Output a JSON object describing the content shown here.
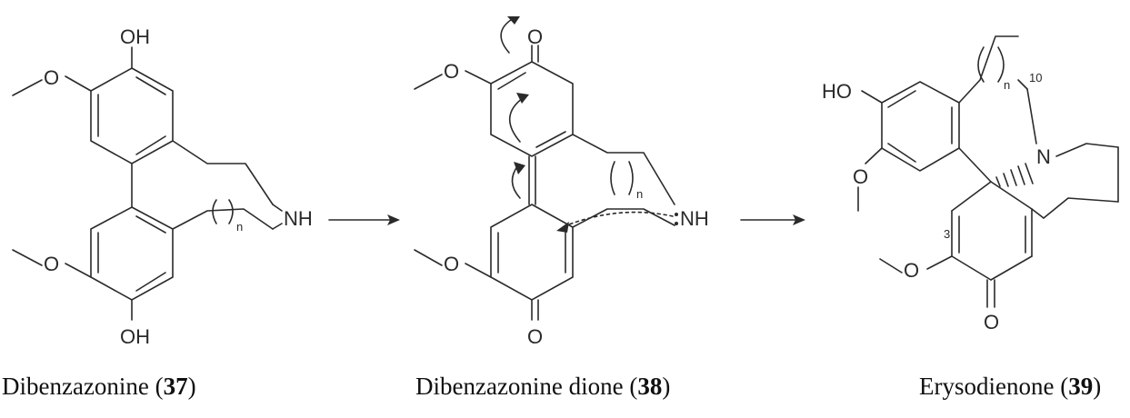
{
  "compounds": [
    {
      "name": "Dibenzazonine",
      "number": "37",
      "atoms": {
        "oh_top": "OH",
        "oh_bottom": "OH",
        "nh": "NH",
        "n_index": "n"
      }
    },
    {
      "name": "Dibenzazonine dione",
      "number": "38",
      "atoms": {
        "o_top": "O",
        "o_bottom": "O",
        "nh": "NH",
        "n_index": "n"
      }
    },
    {
      "name": "Erysodienone",
      "number": "39",
      "atoms": {
        "ho": "HO",
        "n": "N",
        "o_bottom": "O",
        "n_index": "n",
        "locant_10": "10",
        "locant_3": "3"
      }
    }
  ],
  "colors": {
    "ink": "#2a2a2a",
    "background": "#ffffff"
  }
}
